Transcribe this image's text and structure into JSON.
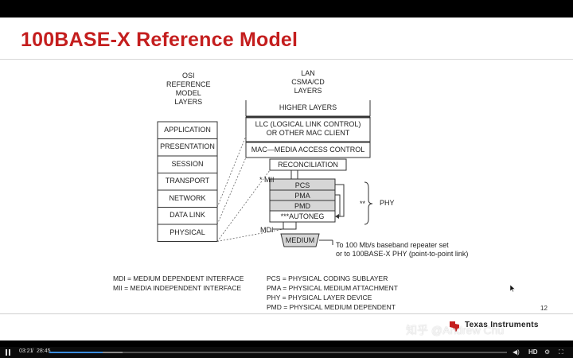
{
  "slide": {
    "title": "100BASE-X Reference Model",
    "page_number": "12",
    "logo_text": "Texas Instruments"
  },
  "osi": {
    "heading": [
      "OSI",
      "REFERENCE",
      "MODEL",
      "LAYERS"
    ],
    "layers": [
      "APPLICATION",
      "PRESENTATION",
      "SESSION",
      "TRANSPORT",
      "NETWORK",
      "DATA LINK",
      "PHYSICAL"
    ]
  },
  "lan": {
    "heading": [
      "LAN",
      "CSMA/CD",
      "LAYERS"
    ],
    "higher_layers": "HIGHER LAYERS",
    "llc": [
      "LLC (LOGICAL LINK CONTROL)",
      "OR OTHER MAC CLIENT"
    ],
    "mac": "MAC—MEDIA ACCESS CONTROL",
    "reconciliation": "RECONCILIATION",
    "mii": "* MII",
    "pcs": "PCS",
    "pma": "PMA",
    "pmd": "PMD",
    "autoneg": "***AUTONEG",
    "mdi": "MDI",
    "medium": "MEDIUM",
    "phy": "PHY",
    "double_star": "**",
    "note": [
      "To 100 Mb/s baseband repeater set",
      "or to 100BASE-X PHY (point-to-point link)"
    ]
  },
  "legend": {
    "left": [
      "MDI = MEDIUM DEPENDENT INTERFACE",
      "MII = MEDIA INDEPENDENT INTERFACE"
    ],
    "right": [
      "PCS = PHYSICAL CODING SUBLAYER",
      "PMA = PHYSICAL MEDIUM ATTACHMENT",
      "PHY = PHYSICAL LAYER DEVICE",
      "PMD = PHYSICAL MEDIUM DEPENDENT"
    ]
  },
  "watermark": "知乎 @Andrew Chu",
  "player": {
    "current_time": "03:21",
    "separator": "/",
    "duration": "28:45",
    "progress_fraction": 0.1165,
    "buffered_fraction": 0.16,
    "hd_label": "HD"
  }
}
